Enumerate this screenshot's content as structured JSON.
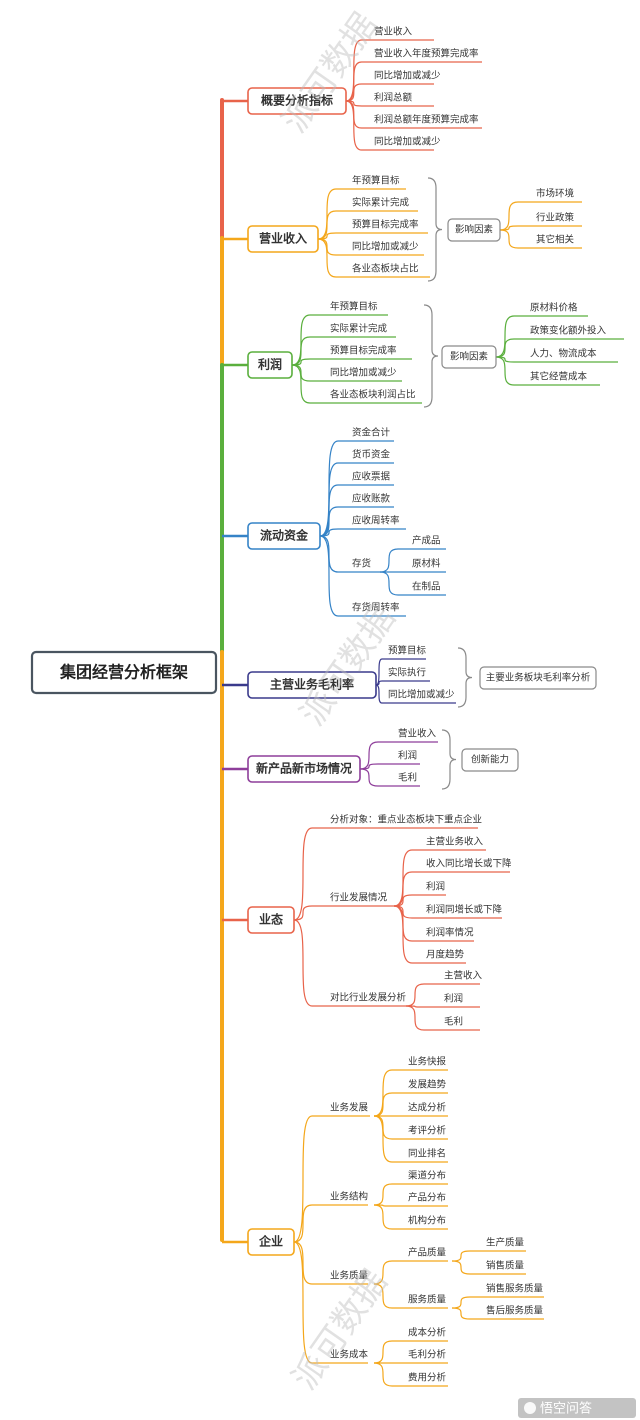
{
  "root": "集团经营分析框架",
  "branches": [
    {
      "label": "概要分析指标",
      "color": "#e8634a",
      "items": [
        "营业收入",
        "营业收入年度预算完成率",
        "同比增加或减少",
        "利润总额",
        "利润总额年度预算完成率",
        "同比增加或减少"
      ]
    },
    {
      "label": "营业收入",
      "color": "#f4a71b",
      "items": [
        "年预算目标",
        "实际累计完成",
        "预算目标完成率",
        "同比增加或减少",
        "各业态板块占比"
      ],
      "factor": "影响因素",
      "factor_items": [
        "市场环境",
        "行业政策",
        "其它相关"
      ]
    },
    {
      "label": "利润",
      "color": "#5aaf3d",
      "items": [
        "年预算目标",
        "实际累计完成",
        "预算目标完成率",
        "同比增加或减少",
        "各业态板块利润占比"
      ],
      "factor": "影响因素",
      "factor_items": [
        "原材料价格",
        "政策变化额外投入",
        "人力、物流成本",
        "其它经营成本"
      ]
    },
    {
      "label": "流动资金",
      "color": "#3583c7",
      "items": [
        "资金合计",
        "货币资金",
        "应收票据",
        "应收账款",
        "应收周转率",
        "存货",
        "存货周转率"
      ],
      "inventory_items": [
        "产成品",
        "原材料",
        "在制品"
      ]
    },
    {
      "label": "主营业务毛利率",
      "color": "#3a3a8c",
      "items": [
        "预算目标",
        "实际执行",
        "同比增加或减少"
      ],
      "summary": "主要业务板块毛利率分析"
    },
    {
      "label": "新产品新市场情况",
      "color": "#8e3e9a",
      "items": [
        "营业收入",
        "利润",
        "毛利"
      ],
      "summary": "创新能力"
    },
    {
      "label": "业态",
      "color": "#e8634a",
      "analysis_target": "分析对象：重点业态板块下重点企业",
      "industry": "行业发展情况",
      "industry_items": [
        "主营业务收入",
        "收入同比增长或下降",
        "利润",
        "利润同增长或下降",
        "利润率情况",
        "月度趋势"
      ],
      "compare": "对比行业发展分析",
      "compare_items": [
        "主营收入",
        "利润",
        "毛利"
      ]
    },
    {
      "label": "企业",
      "color": "#f4a71b",
      "groups": [
        {
          "label": "业务发展",
          "items": [
            "业务快报",
            "发展趋势",
            "达成分析",
            "考评分析",
            "同业排名"
          ]
        },
        {
          "label": "业务结构",
          "items": [
            "渠道分布",
            "产品分布",
            "机构分布"
          ]
        },
        {
          "label": "业务质量",
          "subgroups": [
            {
              "label": "产品质量",
              "items": [
                "生产质量",
                "销售质量"
              ]
            },
            {
              "label": "服务质量",
              "items": [
                "销售服务质量",
                "售后服务质量"
              ]
            }
          ]
        },
        {
          "label": "业务成本",
          "items": [
            "成本分析",
            "毛利分析",
            "费用分析"
          ]
        }
      ]
    }
  ],
  "watermark": "派可数据",
  "footer": "悟空问答"
}
